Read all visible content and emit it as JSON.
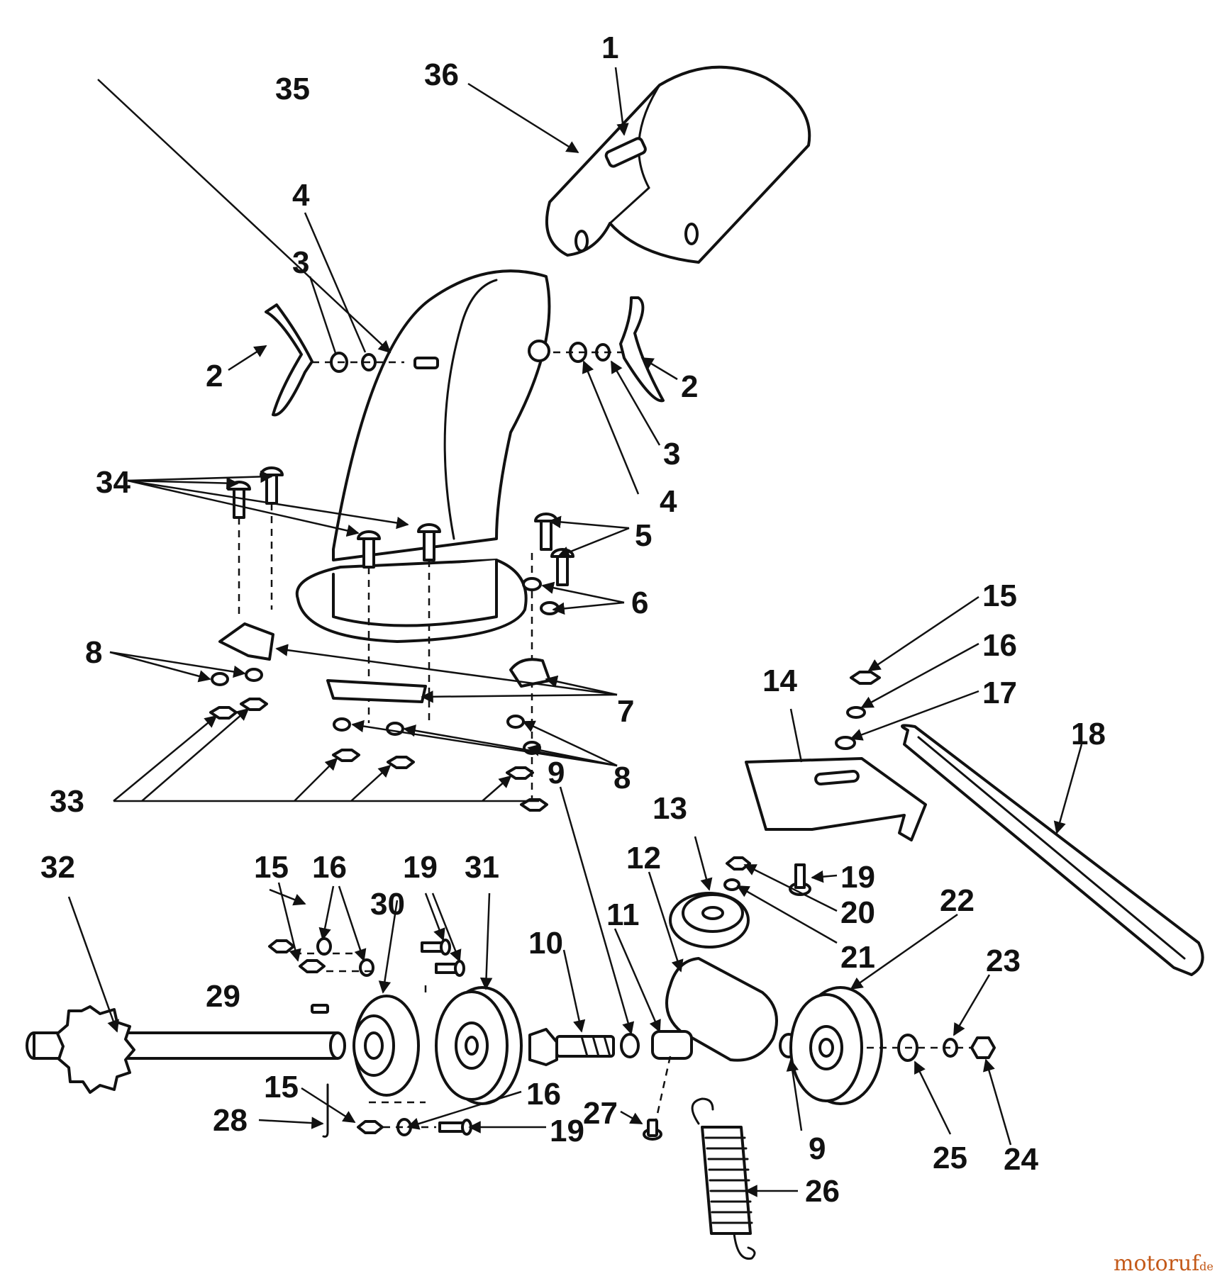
{
  "title": "",
  "callouts": [
    "1",
    "2",
    "3",
    "4",
    "5",
    "6",
    "7",
    "8",
    "9",
    "10",
    "11",
    "12",
    "13",
    "14",
    "15",
    "16",
    "17",
    "18",
    "19",
    "20",
    "21",
    "22",
    "23",
    "24",
    "25",
    "26",
    "27",
    "28",
    "29",
    "30",
    "31",
    "32",
    "33",
    "34",
    "35",
    "36"
  ],
  "watermark": {
    "text": "motoruf",
    "suffix": ".de",
    "color": "#c45a1a"
  }
}
